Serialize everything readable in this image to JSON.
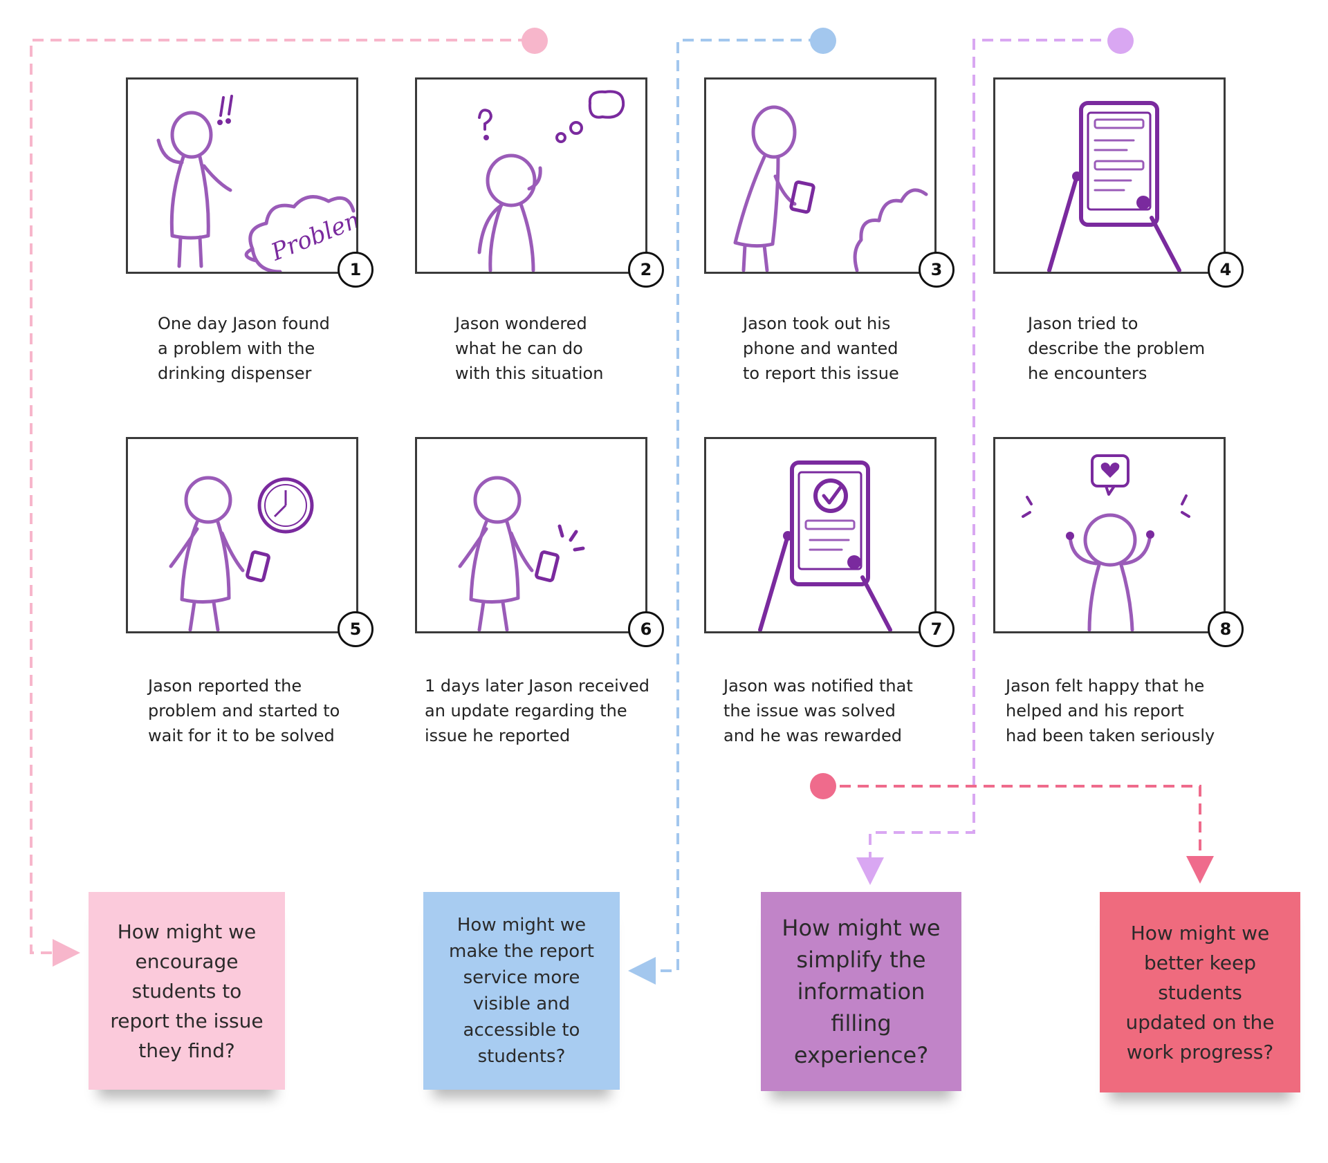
{
  "panels": [
    {
      "number": "1",
      "caption": [
        "One day Jason found",
        "a problem with the",
        "drinking dispenser"
      ],
      "sketch_text": "Problem"
    },
    {
      "number": "2",
      "caption": [
        "Jason wondered",
        "what he can do",
        "with this situation"
      ]
    },
    {
      "number": "3",
      "caption": [
        "Jason took out his",
        "phone and wanted",
        "to report this issue"
      ]
    },
    {
      "number": "4",
      "caption": [
        "Jason tried to",
        "describe the problem",
        "he encounters"
      ]
    },
    {
      "number": "5",
      "caption": [
        "Jason reported the",
        "problem and started to",
        "wait for it to be solved"
      ]
    },
    {
      "number": "6",
      "caption": [
        "1 days later Jason received",
        "an update regarding the",
        "issue he reported"
      ]
    },
    {
      "number": "7",
      "caption": [
        "Jason was notified that",
        "the issue was solved",
        "and he was rewarded"
      ]
    },
    {
      "number": "8",
      "caption": [
        "Jason felt happy that he",
        "helped and his report",
        "had been taken seriously"
      ]
    }
  ],
  "notes": [
    {
      "lines": [
        "How might we",
        "encourage",
        "students to",
        "report the issue",
        "they find?"
      ],
      "color": "#fbcadb"
    },
    {
      "lines": [
        "How might we",
        "make the report",
        "service more",
        "visible and",
        "accessible to",
        "students?"
      ],
      "color": "#a8ccf1"
    },
    {
      "lines": [
        "How might we",
        "simplify the",
        "information",
        "filling",
        "experience?"
      ],
      "color": "#c184c8"
    },
    {
      "lines": [
        "How might we",
        "better keep",
        "students",
        "updated on the",
        "work progress?"
      ],
      "color": "#ef6b7e"
    }
  ],
  "connector_colors": {
    "pink": "#f7b6cb",
    "blue": "#a3c7ee",
    "lilac": "#d9a7f2",
    "coral": "#ef6b8c"
  },
  "sketch_color": "#7a2a9e"
}
